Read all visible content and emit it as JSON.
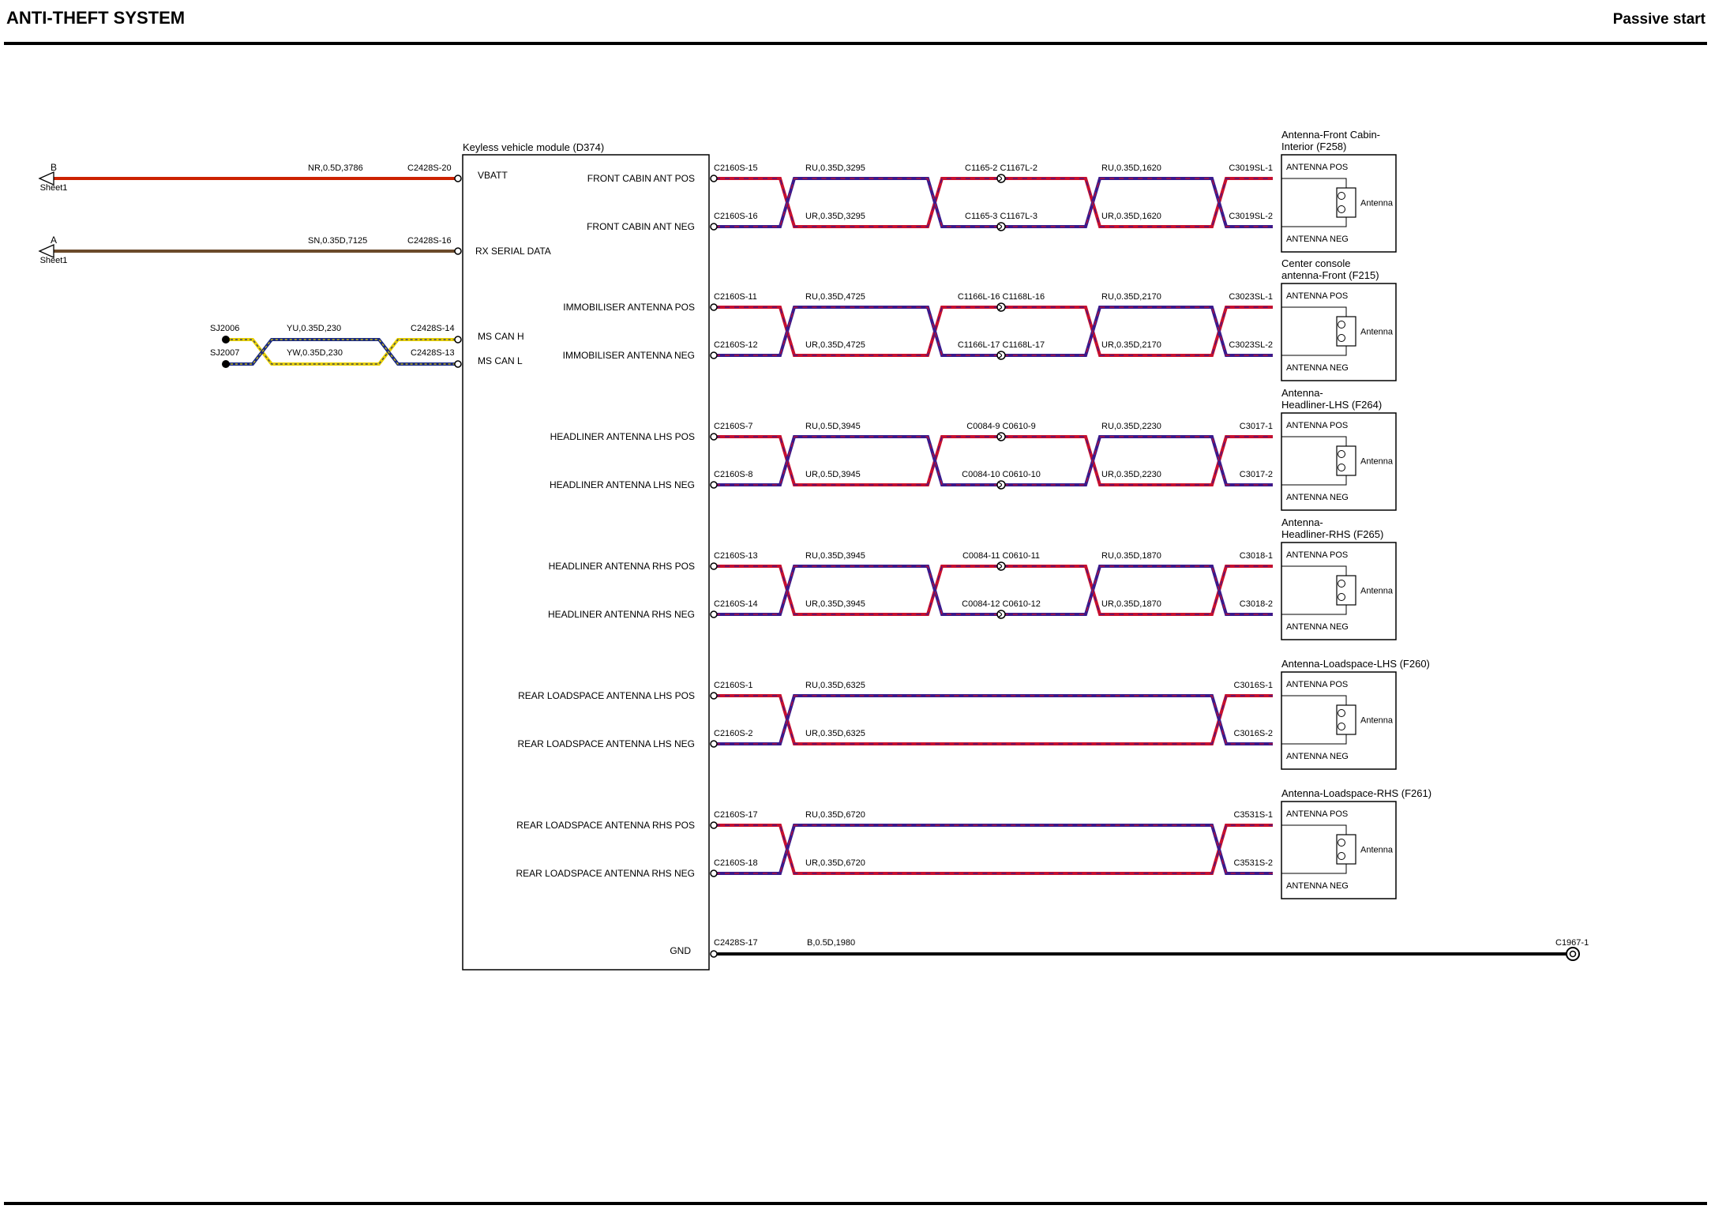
{
  "header": {
    "title": "ANTI-THEFT SYSTEM",
    "section": "Passive start"
  },
  "module": {
    "name": "Keyless vehicle module (D374)",
    "left_pins": [
      {
        "label": "VBATT",
        "connector": "C2428S-20"
      },
      {
        "label": "RX SERIAL DATA",
        "connector": "C2428S-16"
      },
      {
        "label": "MS CAN H",
        "connector": "C2428S-14"
      },
      {
        "label": "MS CAN L",
        "connector": "C2428S-13"
      }
    ],
    "gnd_label": "GND"
  },
  "left_wires": [
    {
      "letter": "B",
      "sheet": "Sheet1",
      "wire": "NR,0.5D,3786",
      "color": "#cc2200"
    },
    {
      "letter": "A",
      "sheet": "Sheet1",
      "wire": "SN,0.35D,7125",
      "color": "#6b4a2a"
    }
  ],
  "can_bus": {
    "splices": [
      "SJ2006",
      "SJ2007"
    ],
    "wires": [
      "YU,0.35D,230",
      "YW,0.35D,230"
    ],
    "colors": {
      "yellow": "#e8d000",
      "blue": "#1a2a80"
    }
  },
  "antenna_circuits": [
    {
      "pos_pin": "FRONT CABIN ANT POS",
      "neg_pin": "FRONT CABIN ANT NEG",
      "mod_pos": "C2160S-15",
      "mod_neg": "C2160S-16",
      "wire1_pos": "RU,0.35D,3295",
      "wire1_neg": "UR,0.35D,3295",
      "mid_pos": "C1165-2 C1167L-2",
      "mid_neg": "C1165-3 C1167L-3",
      "wire2_pos": "RU,0.35D,1620",
      "wire2_neg": "UR,0.35D,1620",
      "end_pos": "C3019SL-1",
      "end_neg": "C3019SL-2",
      "title_lines": [
        "Antenna-Front Cabin-",
        "Interior (F258)"
      ]
    },
    {
      "pos_pin": "IMMOBILISER ANTENNA POS",
      "neg_pin": "IMMOBILISER ANTENNA NEG",
      "mod_pos": "C2160S-11",
      "mod_neg": "C2160S-12",
      "wire1_pos": "RU,0.35D,4725",
      "wire1_neg": "UR,0.35D,4725",
      "mid_pos": "C1166L-16 C1168L-16",
      "mid_neg": "C1166L-17 C1168L-17",
      "wire2_pos": "RU,0.35D,2170",
      "wire2_neg": "UR,0.35D,2170",
      "end_pos": "C3023SL-1",
      "end_neg": "C3023SL-2",
      "title_lines": [
        "Center console",
        "antenna-Front (F215)"
      ]
    },
    {
      "pos_pin": "HEADLINER ANTENNA LHS POS",
      "neg_pin": "HEADLINER ANTENNA LHS NEG",
      "mod_pos": "C2160S-7",
      "mod_neg": "C2160S-8",
      "wire1_pos": "RU,0.5D,3945",
      "wire1_neg": "UR,0.5D,3945",
      "mid_pos": "C0084-9 C0610-9",
      "mid_neg": "C0084-10 C0610-10",
      "wire2_pos": "RU,0.35D,2230",
      "wire2_neg": "UR,0.35D,2230",
      "end_pos": "C3017-1",
      "end_neg": "C3017-2",
      "title_lines": [
        "Antenna-",
        "Headliner-LHS (F264)"
      ]
    },
    {
      "pos_pin": "HEADLINER ANTENNA RHS POS",
      "neg_pin": "HEADLINER ANTENNA RHS NEG",
      "mod_pos": "C2160S-13",
      "mod_neg": "C2160S-14",
      "wire1_pos": "RU,0.35D,3945",
      "wire1_neg": "UR,0.35D,3945",
      "mid_pos": "C0084-11 C0610-11",
      "mid_neg": "C0084-12 C0610-12",
      "wire2_pos": "RU,0.35D,1870",
      "wire2_neg": "UR,0.35D,1870",
      "end_pos": "C3018-1",
      "end_neg": "C3018-2",
      "title_lines": [
        "Antenna-",
        "Headliner-RHS (F265)"
      ]
    },
    {
      "pos_pin": "REAR LOADSPACE ANTENNA LHS POS",
      "neg_pin": "REAR LOADSPACE ANTENNA LHS NEG",
      "mod_pos": "C2160S-1",
      "mod_neg": "C2160S-2",
      "wire1_pos": "RU,0.35D,6325",
      "wire1_neg": "UR,0.35D,6325",
      "mid_pos": "",
      "mid_neg": "",
      "wire2_pos": "",
      "wire2_neg": "",
      "end_pos": "C3016S-1",
      "end_neg": "C3016S-2",
      "title_lines": [
        "Antenna-Loadspace-LHS (F260)"
      ]
    },
    {
      "pos_pin": "REAR LOADSPACE ANTENNA RHS POS",
      "neg_pin": "REAR LOADSPACE ANTENNA RHS NEG",
      "mod_pos": "C2160S-17",
      "mod_neg": "C2160S-18",
      "wire1_pos": "RU,0.35D,6720",
      "wire1_neg": "UR,0.35D,6720",
      "mid_pos": "",
      "mid_neg": "",
      "wire2_pos": "",
      "wire2_neg": "",
      "end_pos": "C3531S-1",
      "end_neg": "C3531S-2",
      "title_lines": [
        "Antenna-Loadspace-RHS (F261)"
      ]
    }
  ],
  "antenna_box": {
    "pos_label": "ANTENNA POS",
    "neg_label": "ANTENNA NEG",
    "element_label": "Antenna"
  },
  "ground": {
    "connector": "C2428S-17",
    "wire": "B,0.5D,1980",
    "end_connector": "C1967-1"
  },
  "colors": {
    "red_wire": "#c8102e",
    "blue_wire": "#3a1a8c",
    "black": "#000000"
  }
}
